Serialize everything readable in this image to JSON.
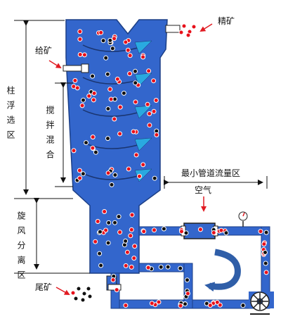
{
  "labels": {
    "concentrate": "精矿",
    "feed": "给矿",
    "column_section": "柱浮选区",
    "mixing_section": "搅拌混合",
    "cyclone_section": "旋风分离区",
    "min_pipe_flow_zone": "最小管道流量区",
    "air": "空气",
    "tailings": "尾矿"
  },
  "colors": {
    "vessel_blue": "#3366cc",
    "pipe_blue": "#3366cc",
    "particle_red": "#e8101a",
    "particle_black": "#111111",
    "arrow_red": "#e11b22",
    "swirl_cyan": "#29a9e0",
    "circulation_arrow": "#2f5ea8"
  },
  "icons": [
    "swirl-arrow-icon",
    "circulation-arrow-icon",
    "pump-icon",
    "pressure-gauge-icon",
    "feed-nozzle-icon",
    "air-sparger-icon"
  ]
}
